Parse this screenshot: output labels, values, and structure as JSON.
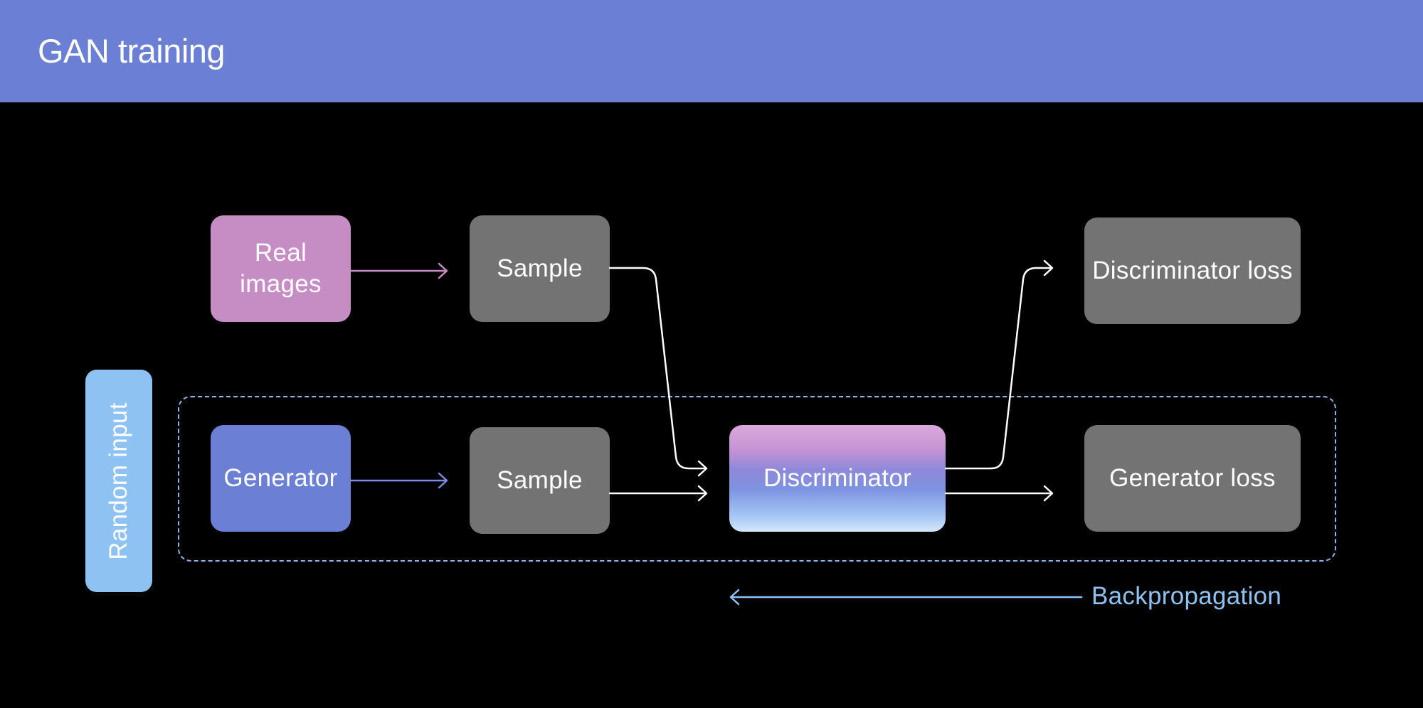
{
  "header": {
    "title": "GAN training"
  },
  "nodes": {
    "real_images": "Real images",
    "sample_top": "Sample",
    "discriminator_loss": "Discriminator loss",
    "random_input": "Random input",
    "generator": "Generator",
    "sample_bottom": "Sample",
    "discriminator": "Discriminator",
    "generator_loss": "Generator loss"
  },
  "backpropagation": {
    "label": "Backpropagation"
  },
  "colors": {
    "header": "#6b80d4",
    "real_images": "#c68dc5",
    "generator": "#6b80d4",
    "random_input": "#8ec2f2",
    "gray_box": "#737373",
    "backprop": "#8ec2f2"
  }
}
